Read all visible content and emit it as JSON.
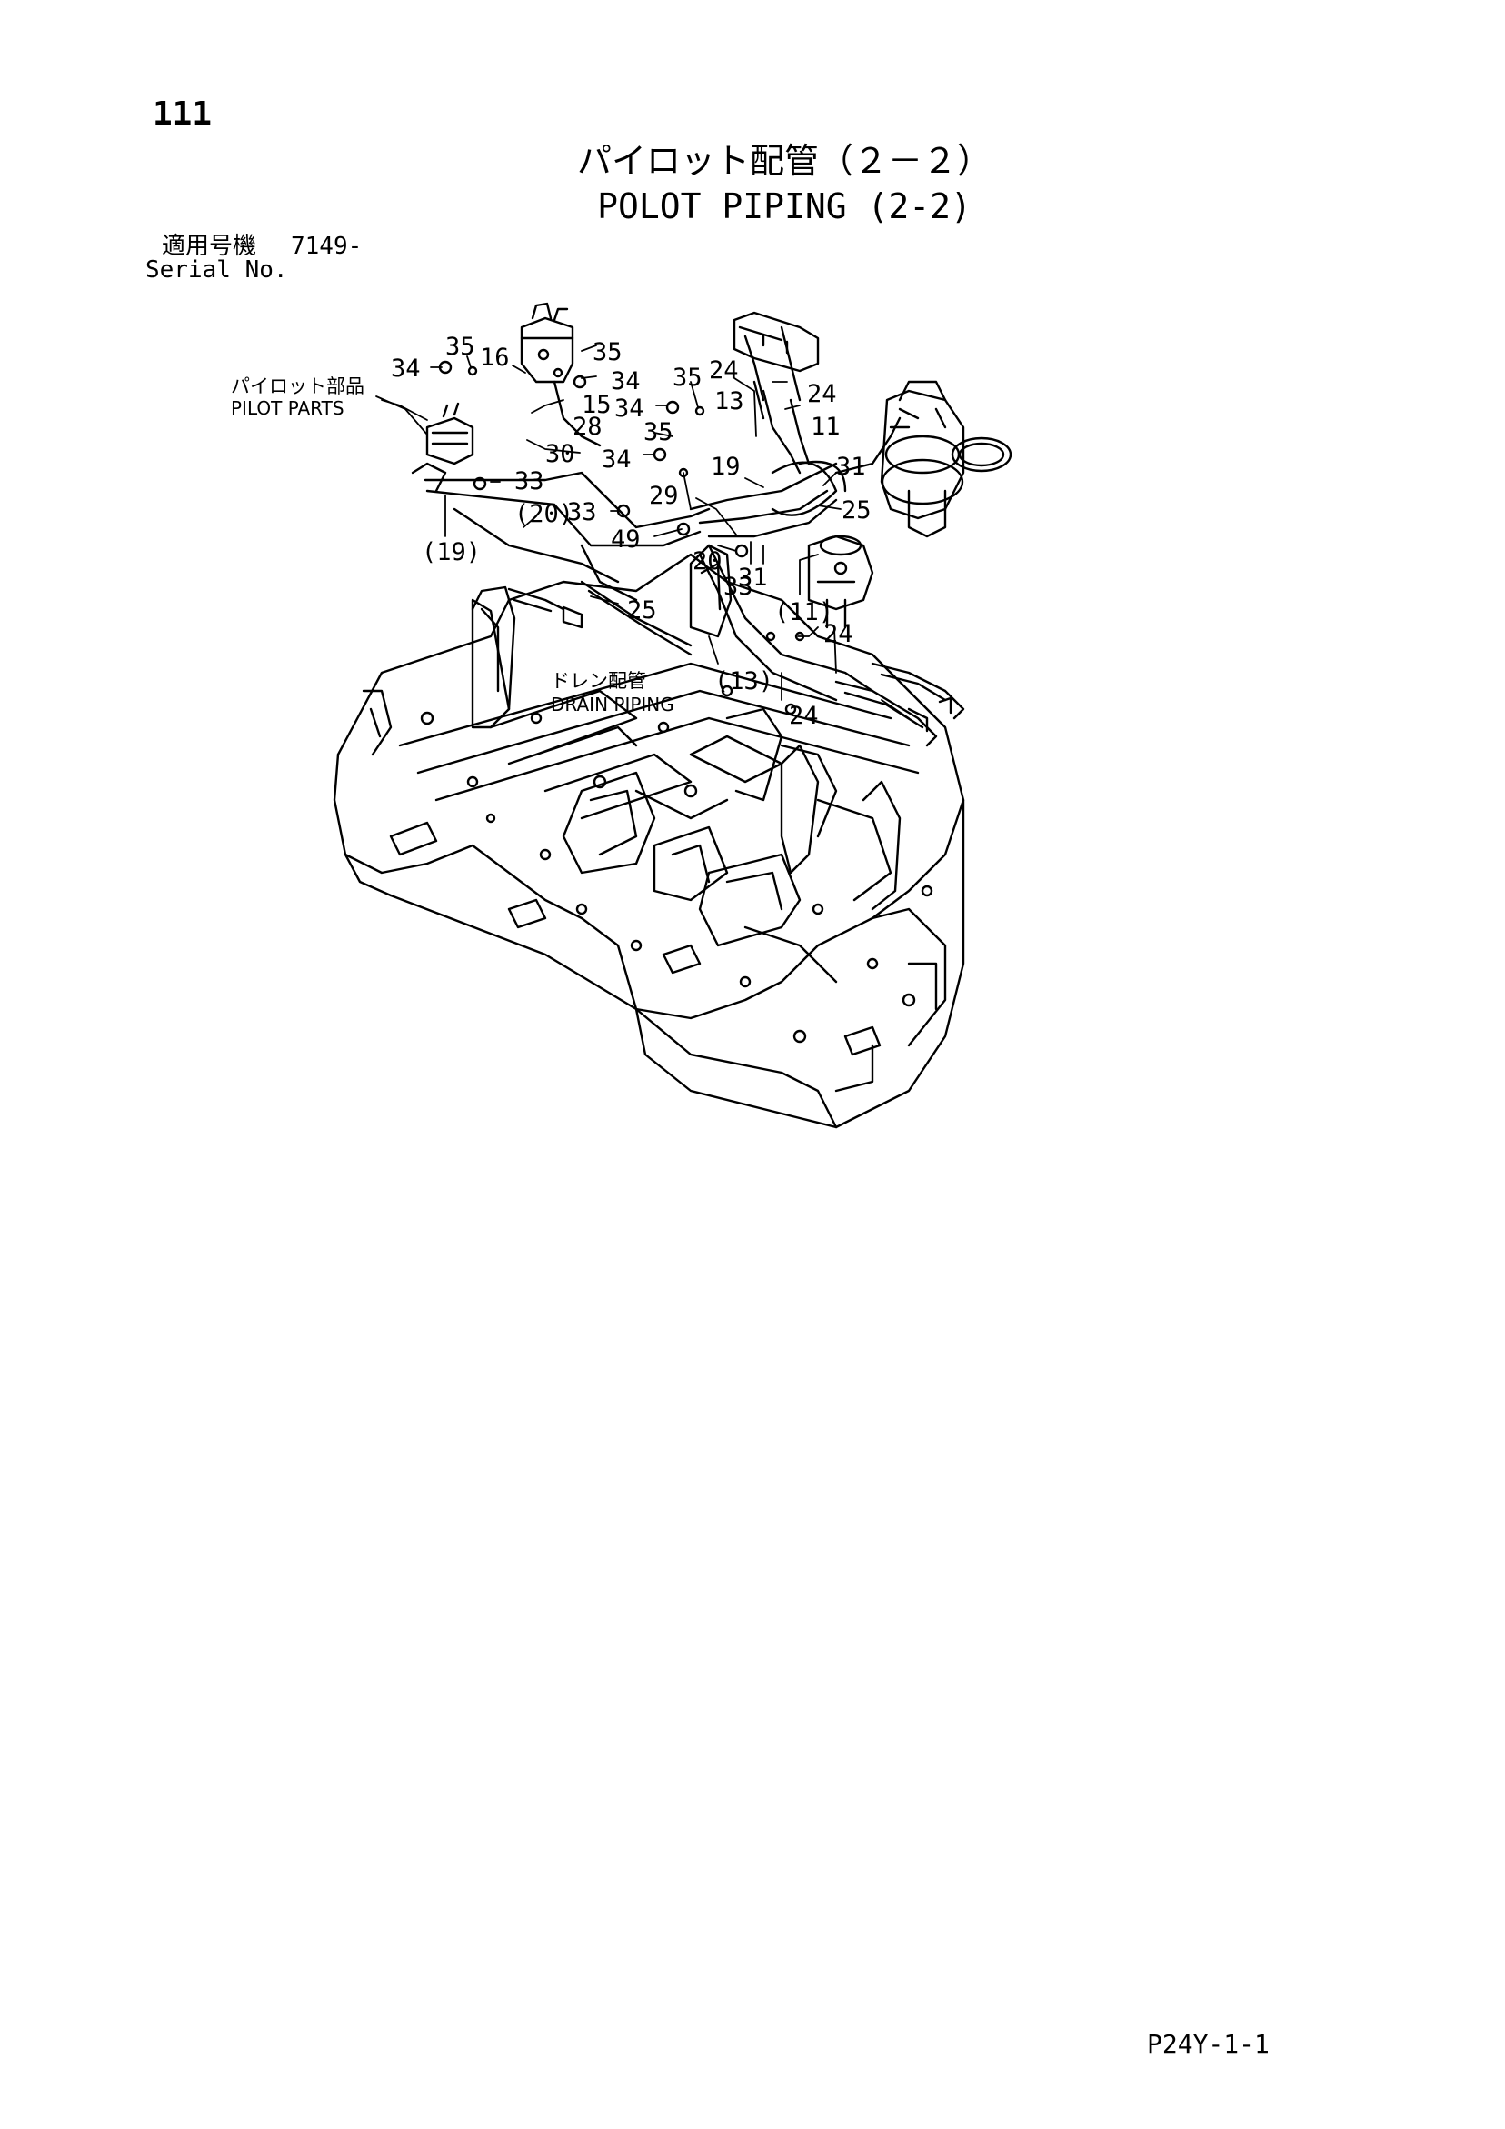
{
  "header": {
    "page_number": "111",
    "title_jp": "パイロット配管（２－２）",
    "title_en": "POLOT PIPING (2-2)",
    "serial_label_jp": "適用号機",
    "serial_value": "7149-",
    "serial_label_en": "Serial No."
  },
  "callouts": {
    "pilot_parts_jp": "パイロット部品",
    "pilot_parts_en": "PILOT PARTS",
    "drain_piping_jp": "ドレン配管",
    "drain_piping_en": "DRAIN PIPING"
  },
  "part_labels": {
    "l35a": "35",
    "l16": "16",
    "l35b": "35",
    "l34a": "34",
    "l34b": "34",
    "l15": "15",
    "l28": "28",
    "l30": "30",
    "l33a": "33",
    "l20p": "(20)",
    "l19p": "(19)",
    "l35c": "35",
    "l24a": "24",
    "l13": "13",
    "l24b": "24",
    "l34c": "34",
    "l11": "11",
    "l35d": "35",
    "l34d": "34",
    "l19": "19",
    "l31a": "31",
    "l29": "29",
    "l25a": "25",
    "l33b": "33",
    "l49": "49",
    "l20": "20",
    "l33c": "33",
    "l31b": "31",
    "l11p": "(11)",
    "l25b": "25",
    "l24c": "24",
    "l13p": "(13)",
    "l24d": "24"
  },
  "footer": {
    "doc_code": "P24Y-1-1"
  }
}
